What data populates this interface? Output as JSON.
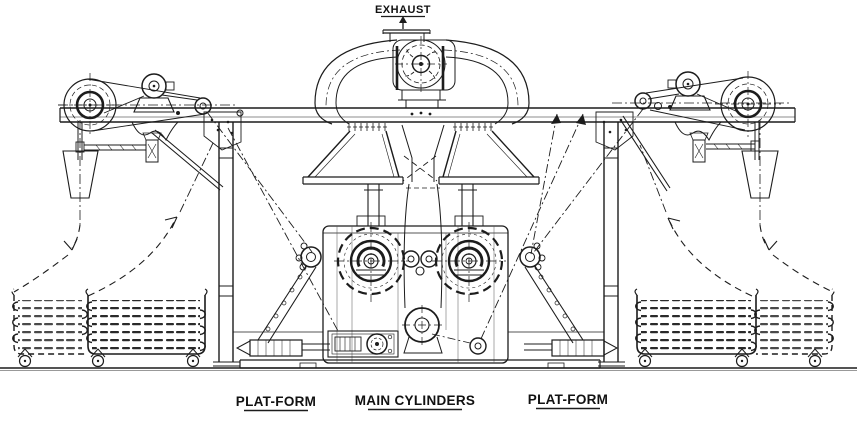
{
  "diagram": {
    "title_labels": {
      "exhaust": "EXHAUST",
      "platform_left": "PLAT-FORM",
      "main_cylinders": "MAIN CYLINDERS",
      "platform_right": "PLAT-FORM"
    },
    "colors": {
      "line": "#1c1c1c",
      "background": "#ffffff"
    }
  }
}
